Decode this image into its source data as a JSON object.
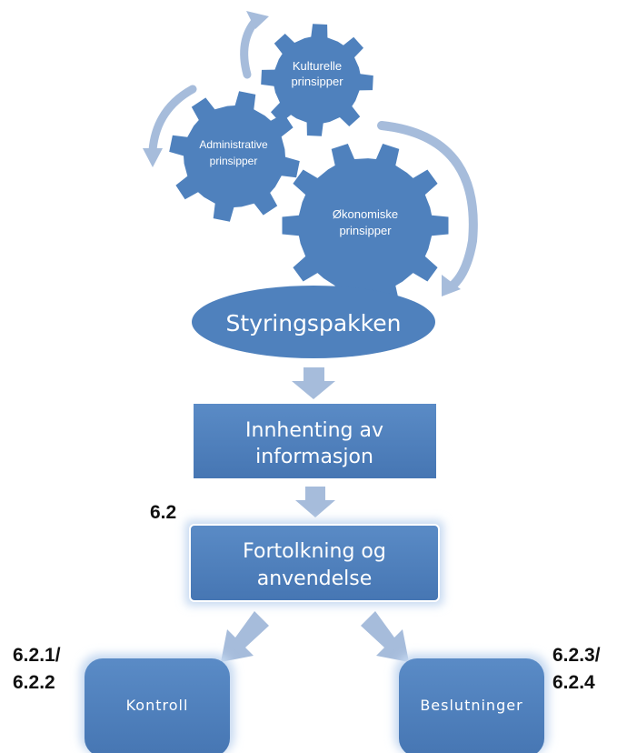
{
  "colors": {
    "gear": "#4f81bd",
    "box": "#4f81bd",
    "arrow": "#a6bcdb",
    "glow": "#c6d9f1",
    "text": "#ffffff",
    "label": "#111111"
  },
  "gears": {
    "cultural": {
      "line1": "Kulturelle",
      "line2": "prinsipper"
    },
    "administrative": {
      "line1": "Administrative",
      "line2": "prinsipper"
    },
    "economic": {
      "line1": "Økonomiske",
      "line2": "prinsipper"
    }
  },
  "package": {
    "label": "Styringspakken"
  },
  "boxes": {
    "gathering": {
      "line1": "Innhenting av",
      "line2": "informasjon"
    },
    "interpretation": {
      "line1": "Fortolkning og",
      "line2": "anvendelse"
    },
    "control": {
      "label": "Kontroll"
    },
    "decisions": {
      "label": "Beslutninger"
    }
  },
  "refs": {
    "interpretation": "6.2",
    "control_line1": "6.2.1/",
    "control_line2": "6.2.2",
    "decisions_line1": "6.2.3/",
    "decisions_line2": "6.2.4"
  }
}
